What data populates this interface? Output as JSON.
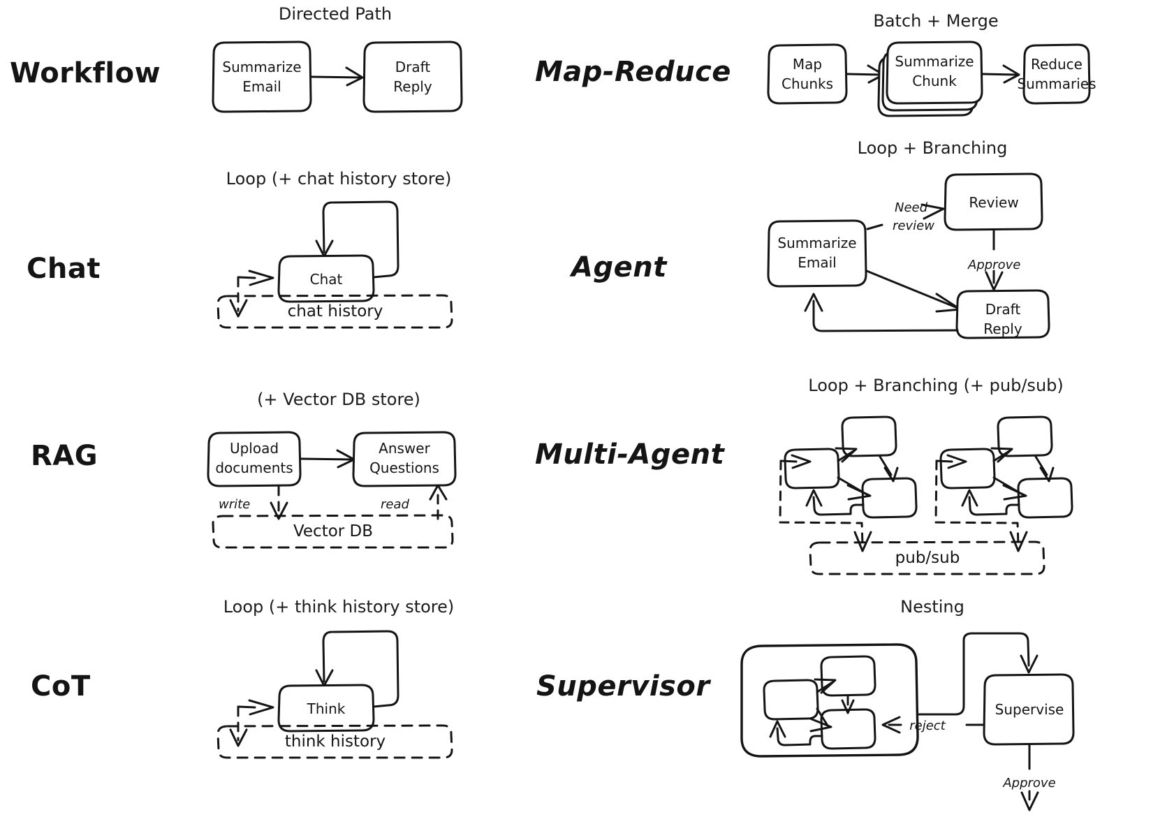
{
  "diagram": {
    "title": "LLM application patterns grid",
    "background": "#ffffff",
    "ink": "#141414",
    "rows": [
      {
        "left": {
          "label": "Workflow",
          "subtitle": "Directed Path",
          "nodes": [
            "Summarize Email",
            "Draft Reply"
          ],
          "store": null,
          "edge_labels": []
        },
        "right": {
          "label": "Map-Reduce",
          "subtitle": "Batch + Merge",
          "nodes": [
            "Map Chunks",
            "Summarize Chunk",
            "Reduce Summaries"
          ],
          "store": null,
          "edge_labels": []
        }
      },
      {
        "left": {
          "label": "Chat",
          "subtitle": "Loop (+ chat history store)",
          "nodes": [
            "Chat"
          ],
          "store": "chat history",
          "edge_labels": []
        },
        "right": {
          "label": "Agent",
          "subtitle": "Loop + Branching",
          "nodes": [
            "Summarize Email",
            "Review",
            "Draft Reply"
          ],
          "store": null,
          "edge_labels": [
            "Need review",
            "Approve"
          ]
        }
      },
      {
        "left": {
          "label": "RAG",
          "subtitle": "(+ Vector DB store)",
          "nodes": [
            "Upload documents",
            "Answer Questions"
          ],
          "store": "Vector DB",
          "edge_labels": [
            "write",
            "read"
          ]
        },
        "right": {
          "label": "Multi-Agent",
          "subtitle": "Loop + Branching (+ pub/sub)",
          "nodes": [
            "",
            "",
            "",
            "",
            "",
            ""
          ],
          "store": "pub/sub",
          "edge_labels": []
        }
      },
      {
        "left": {
          "label": "CoT",
          "subtitle": "Loop (+ think history store)",
          "nodes": [
            "Think"
          ],
          "store": "think history",
          "edge_labels": []
        },
        "right": {
          "label": "Supervisor",
          "subtitle": "Nesting",
          "nodes": [
            "Supervise"
          ],
          "store": null,
          "edge_labels": [
            "reject",
            "Approve"
          ]
        }
      }
    ],
    "labels": {
      "workflow": "Workflow",
      "chat": "Chat",
      "rag": "RAG",
      "cot": "CoT",
      "map_reduce": "Map-Reduce",
      "agent": "Agent",
      "multi_agent": "Multi-Agent",
      "supervisor": "Supervisor"
    },
    "subtitles": {
      "directed_path": "Directed Path",
      "batch_merge": "Batch + Merge",
      "loop_chat": "Loop (+ chat history store)",
      "loop_branching": "Loop + Branching",
      "vector_db_store": "(+ Vector DB store)",
      "loop_branching_pubsub": "Loop + Branching (+ pub/sub)",
      "loop_think": "Loop (+ think history store)",
      "nesting": "Nesting"
    },
    "nodes": {
      "summarize_email": "Summarize Email",
      "summarize_email_l1": "Summarize",
      "summarize_email_l2": "Email",
      "draft_reply_l1": "Draft",
      "draft_reply_l2": "Reply",
      "map_chunks_l1": "Map",
      "map_chunks_l2": "Chunks",
      "summarize_chunk_l1": "Summarize",
      "summarize_chunk_l2": "Chunk",
      "reduce_summaries_l1": "Reduce",
      "reduce_summaries_l2": "Summaries",
      "chat": "Chat",
      "think": "Think",
      "review": "Review",
      "upload_documents_l1": "Upload",
      "upload_documents_l2": "documents",
      "answer_questions_l1": "Answer",
      "answer_questions_l2": "Questions",
      "supervise": "Supervise"
    },
    "stores": {
      "chat_history": "chat history",
      "think_history": "think history",
      "vector_db": "Vector DB",
      "pub_sub": "pub/sub"
    },
    "edges": {
      "need_review_l1": "Need",
      "need_review_l2": "review",
      "approve": "Approve",
      "write": "write",
      "read": "read",
      "reject": "reject",
      "approve2": "Approve"
    }
  }
}
